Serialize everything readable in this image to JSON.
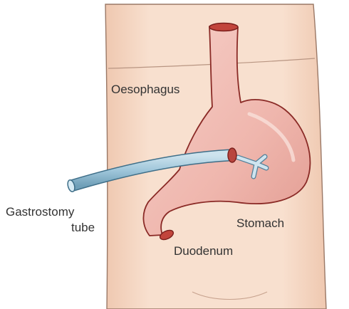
{
  "labels": {
    "oesophagus": "Oesophagus",
    "gastrostomy_line1": "Gastrostomy",
    "gastrostomy_line2": "tube",
    "stomach": "Stomach",
    "duodenum": "Duodenum"
  },
  "colors": {
    "skin": "#f6d9c4",
    "skin_outline": "#9a7866",
    "organ_fill": "#f1bcb4",
    "organ_outline": "#8a2a26",
    "lumen": "#c2453c",
    "tube_fill": "#a9cde0",
    "tube_outline": "#3e6e88",
    "label_text": "#333333"
  }
}
